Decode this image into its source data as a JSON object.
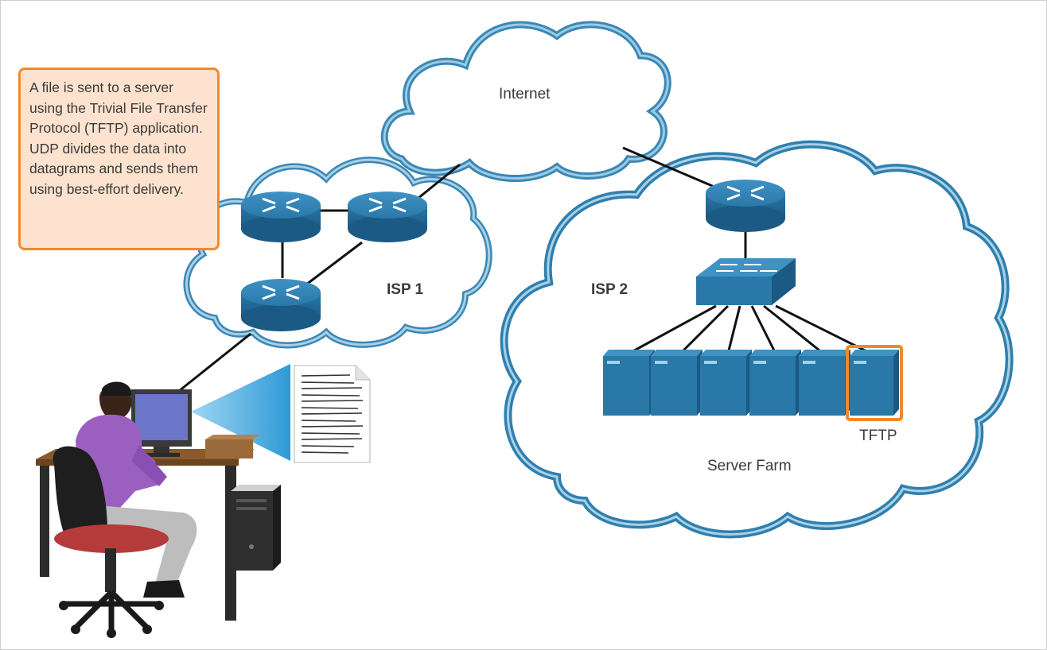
{
  "callout": {
    "text": "A file is sent to a server using the Trivial File Transfer Protocol (TFTP) application. UDP divides the data into datagrams and sends them using best-effort delivery."
  },
  "labels": {
    "internet": "Internet",
    "isp1": "ISP 1",
    "isp2": "ISP 2",
    "tftp": "TFTP",
    "server_farm": "Server Farm"
  },
  "colors": {
    "cloud_stroke": "#3b87b5",
    "cloud_stroke_light": "#9ccbe3",
    "device_blue": "#2a78a8",
    "device_dark": "#1a5a82",
    "link": "#111111",
    "highlight": "#f08a2a",
    "callout_fill": "#fde3cf"
  },
  "icons": [
    "router-icon",
    "switch-icon",
    "server-icon",
    "document-icon",
    "workstation-user-icon",
    "cloud-icon"
  ]
}
